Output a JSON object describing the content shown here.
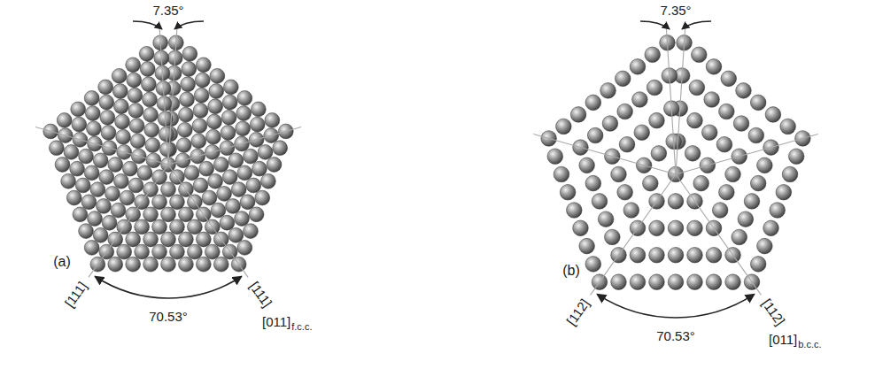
{
  "diagram": {
    "labels": [
      "7.35°",
      "(a)",
      "[111]",
      "70.53°",
      "[111]",
      "[011]",
      "f.c.c.",
      "7.35°",
      "(b)",
      "[112]",
      "70.53°",
      "[112]",
      "[011]",
      "b.c.c."
    ]
  }
}
